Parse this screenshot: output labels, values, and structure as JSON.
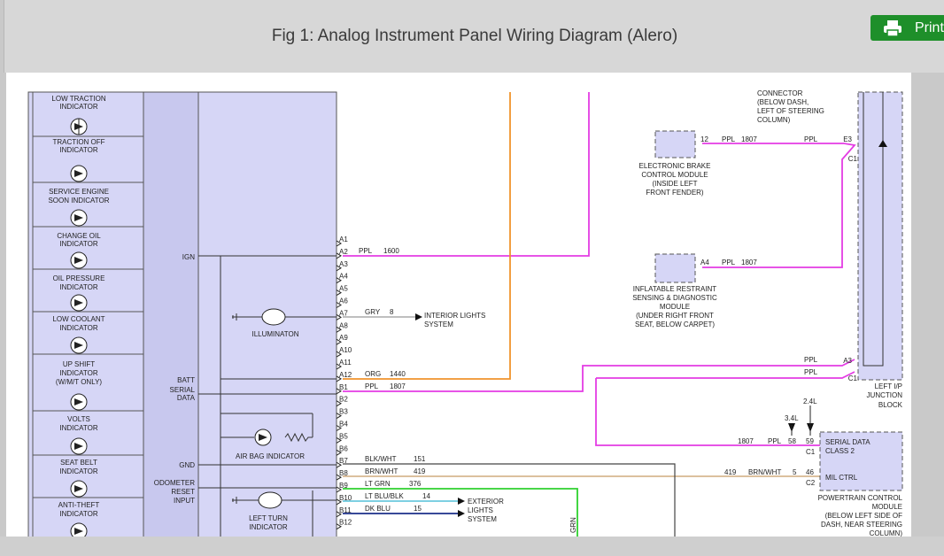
{
  "header": {
    "title": "Fig 1: Analog Instrument Panel Wiring Diagram (Alero)",
    "print_label": "Print"
  },
  "indicators": {
    "low_traction": [
      "LOW TRACTION",
      "INDICATOR"
    ],
    "traction_off": [
      "TRACTION OFF",
      "INDICATOR"
    ],
    "service_engine": [
      "SERVICE ENGINE",
      "SOON INDICATOR"
    ],
    "change_oil": [
      "CHANGE OIL",
      "INDICATOR"
    ],
    "oil_pressure": [
      "OIL PRESSURE",
      "INDICATOR"
    ],
    "low_coolant": [
      "LOW COOLANT",
      "INDICATOR"
    ],
    "up_shift": [
      "UP SHIFT",
      "INDICATOR",
      "(W/M/T ONLY)"
    ],
    "volts": [
      "VOLTS",
      "INDICATOR"
    ],
    "seat_belt": [
      "SEAT BELT",
      "INDICATOR"
    ],
    "anti_theft": [
      "ANTI-THEFT",
      "INDICATOR"
    ]
  },
  "cluster": {
    "ign": "IGN",
    "batt": "BATT",
    "serial_data": [
      "SERIAL",
      "DATA"
    ],
    "gnd": "GND",
    "odometer": [
      "ODOMETER",
      "RESET",
      "INPUT"
    ],
    "illumination": "ILLUMINATON",
    "air_bag": "AIR BAG INDICATOR",
    "left_turn": [
      "LEFT TURN",
      "INDICATOR"
    ]
  },
  "pins": [
    "A1",
    "A2",
    "A3",
    "A4",
    "A5",
    "A6",
    "A7",
    "A8",
    "A9",
    "A10",
    "A11",
    "A12",
    "B1",
    "B2",
    "B3",
    "B4",
    "B5",
    "B6",
    "B7",
    "B8",
    "B9",
    "B10",
    "B11",
    "B12"
  ],
  "wires": {
    "a2": {
      "color": "PPL",
      "circuit": "1600"
    },
    "a7": {
      "color": "GRY",
      "circuit": "8"
    },
    "a12": {
      "color": "ORG",
      "circuit": "1440"
    },
    "b1": {
      "color": "PPL",
      "circuit": "1807"
    },
    "b7": {
      "color": "BLK/WHT",
      "circuit": "151"
    },
    "b8": {
      "color": "BRN/WHT",
      "circuit": "419"
    },
    "b9": {
      "color": "LT GRN",
      "circuit": "376"
    },
    "b10": {
      "color": "LT BLU/BLK",
      "circuit": "14"
    },
    "b11": {
      "color": "DK BLU",
      "circuit": "15"
    },
    "vertical_grn": "GRN"
  },
  "interior_lights": [
    "INTERIOR LIGHTS",
    "SYSTEM"
  ],
  "exterior_lights": [
    "EXTERIOR",
    "LIGHTS",
    "SYSTEM"
  ],
  "connector_note": [
    "CONNECTOR",
    "(BELOW DASH,",
    "LEFT OF STEERING",
    "COLUMN)"
  ],
  "ebcm": {
    "pin": "12",
    "wire": "PPL",
    "circuit": "1807",
    "wire2": "PPL",
    "label": [
      "ELECTRONIC BRAKE",
      "CONTROL MODULE",
      "(INSIDE LEFT",
      "FRONT FENDER)"
    ]
  },
  "irs": {
    "pin": "A4",
    "wire": "PPL",
    "circuit": "1807",
    "label": [
      "INFLATABLE RESTRAINT",
      "SENSING & DIAGNOSTIC",
      "MODULE",
      "(UNDER RIGHT FRONT",
      "SEAT, BELOW CARPET)"
    ]
  },
  "junction": {
    "e3": "E3",
    "c1a": "C1",
    "a3": "A3",
    "c1b": "C1",
    "ppl1": "PPL",
    "ppl2": "PPL",
    "label": [
      "LEFT I/P",
      "JUNCTION",
      "BLOCK"
    ]
  },
  "pcm": {
    "v24": "2.4L",
    "v34": "3.4L",
    "c1807": "1807",
    "ppl": "PPL",
    "p58": "58",
    "p59": "59",
    "c1": "C1",
    "c419": "419",
    "brnwht": "BRN/WHT",
    "p5": "5",
    "p46": "46",
    "c2": "C2",
    "serial": [
      "SERIAL DATA",
      "CLASS 2"
    ],
    "mil": "MIL CTRL",
    "label": [
      "POWERTRAIN CONTROL",
      "MODULE",
      "(BELOW LEFT SIDE OF",
      "DASH, NEAR STEERING",
      "COLUMN)"
    ]
  },
  "colors": {
    "magenta": "#e43ce4",
    "orange": "#f0932c",
    "green": "#2ed12e",
    "light_blue": "#6cc9de",
    "dark_blue": "#1b2f8a",
    "brown": "#c79a63",
    "cluster_fill": "#d6d6f6"
  }
}
